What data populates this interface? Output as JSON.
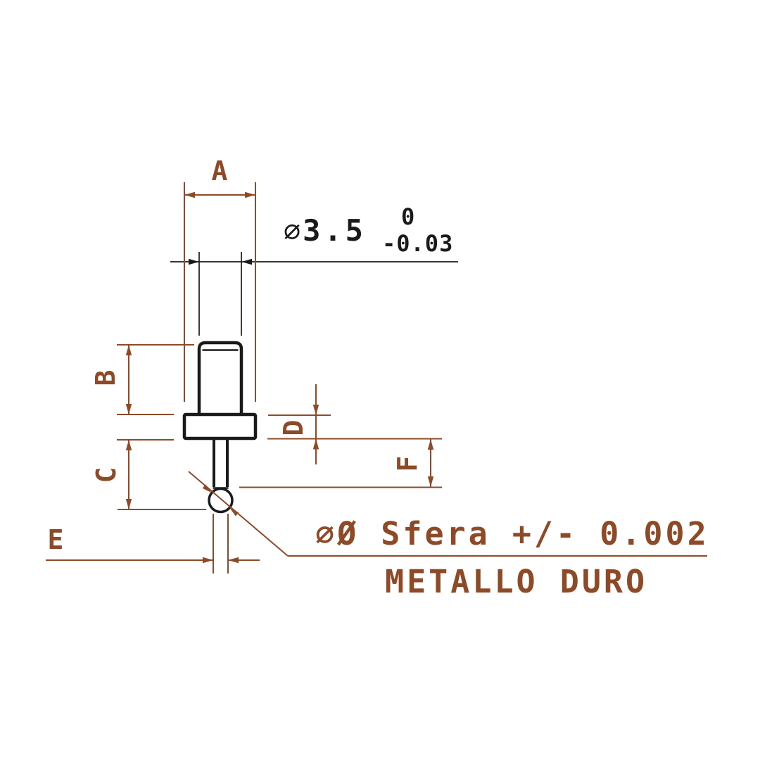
{
  "labels": {
    "a": "A",
    "b": "B",
    "c": "C",
    "d": "D",
    "e": "E",
    "f": "F"
  },
  "main_dimension": {
    "diameter_symbol": "∅",
    "value": "3.5",
    "upper_tolerance": "0",
    "lower_tolerance": "-0.03"
  },
  "notes": {
    "sphere": "∅Ø Sfera +/- 0.002",
    "material": "METALLO DURO"
  },
  "colors": {
    "dimension_brown": "#8e4a27",
    "outline_black": "#1a1a1a",
    "background": "#ffffff"
  }
}
